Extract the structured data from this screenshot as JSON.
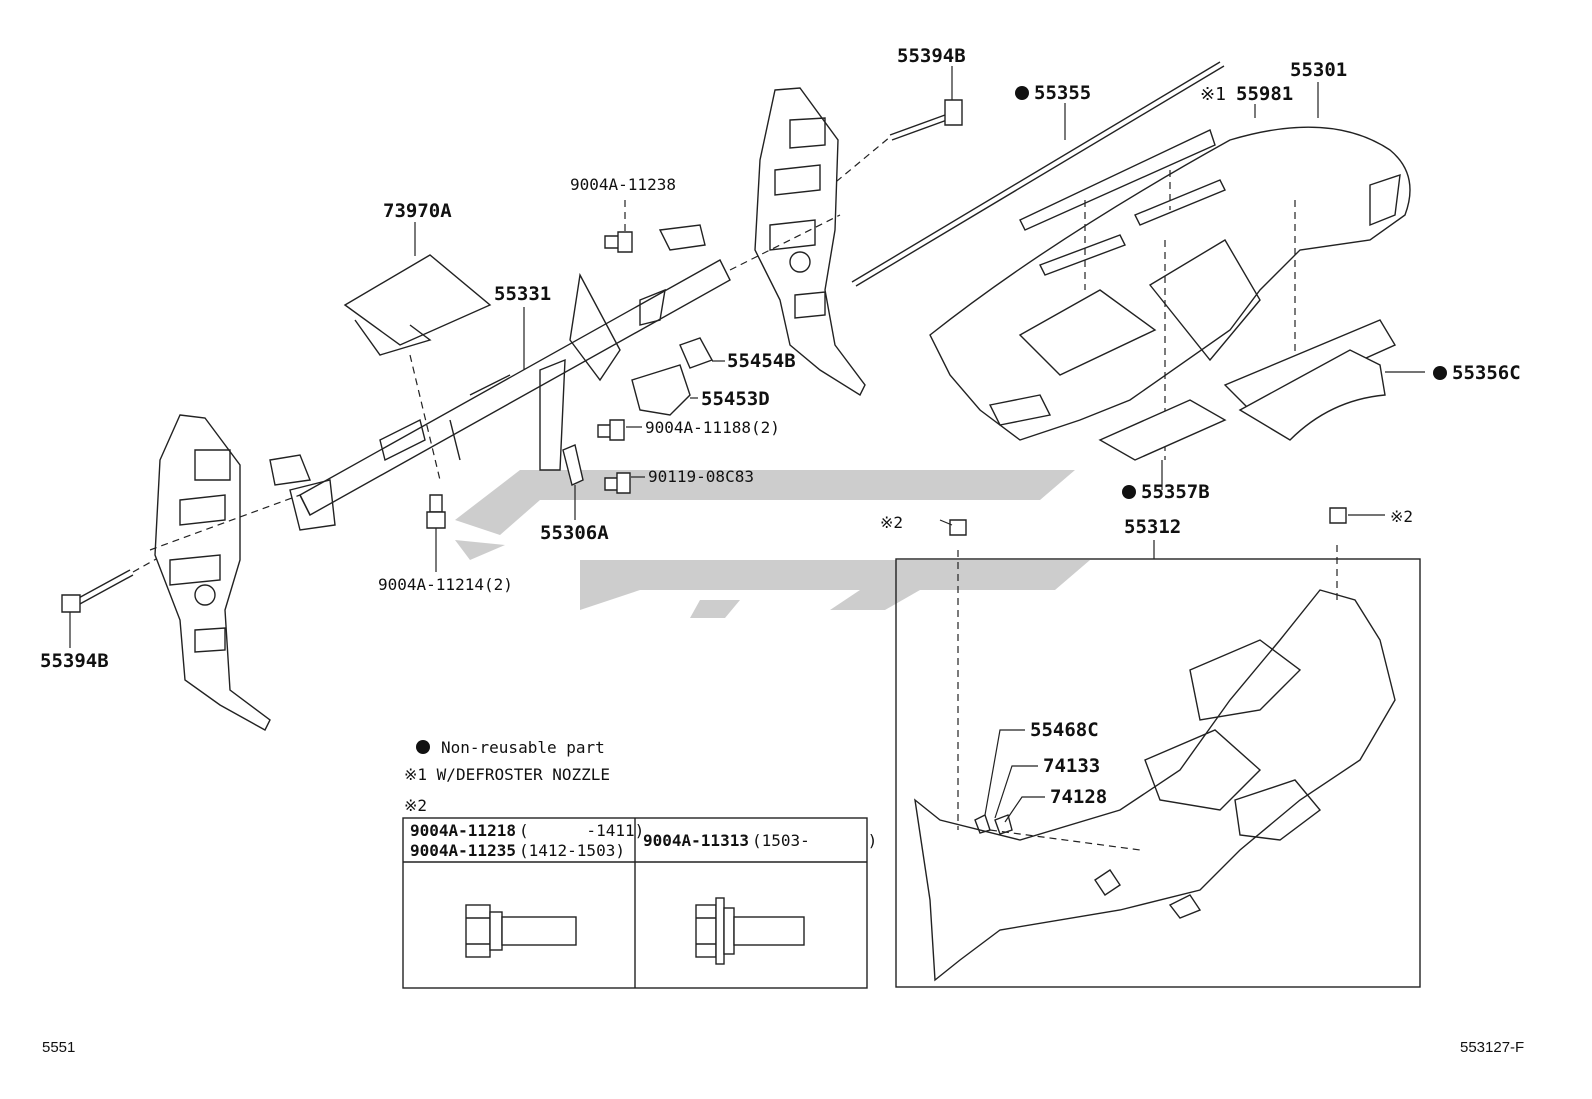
{
  "labels": {
    "p55394B_top": "55394B",
    "p55394B_left": "55394B",
    "p55355": "55355",
    "p55981": "55981",
    "p55981_mark": "※1",
    "p55301": "55301",
    "p73970A": "73970A",
    "p55331": "55331",
    "p9004A_11238": "9004A-11238",
    "p55454B": "55454B",
    "p55453D": "55453D",
    "p9004A_11188": "9004A-11188(2)",
    "p90119_08C83": "90119-08C83",
    "p55306A": "55306A",
    "p9004A_11214": "9004A-11214(2)",
    "p55356C": "55356C",
    "p55357B": "55357B",
    "p55312": "55312",
    "p55468C": "55468C",
    "p74133": "74133",
    "p74128": "74128",
    "mark2_left": "※2",
    "mark2_right": "※2"
  },
  "legend": {
    "non_reusable": "Non-reusable part",
    "note1": "※1 W/DEFROSTER NOZZLE",
    "note2": "※2"
  },
  "table": {
    "col1_line1_part": "9004A-11218",
    "col1_line1_range": "(      -1411)",
    "col1_line2_part": "9004A-11235",
    "col1_line2_range": "(1412-1503)",
    "col2_part": "9004A-11313",
    "col2_range": "(1503-      )"
  },
  "footer": {
    "left_code": "5551",
    "right_code": "553127-F"
  }
}
